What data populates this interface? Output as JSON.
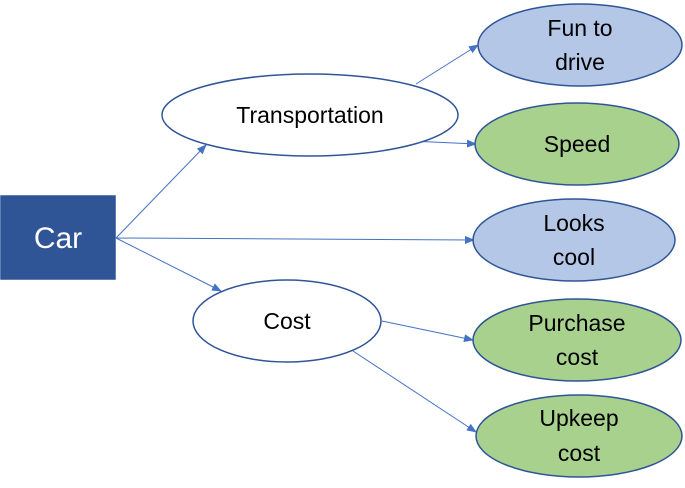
{
  "colors": {
    "root_fill": "#2f5597",
    "root_stroke": "#2f5597",
    "ellipse_stroke": "#2f5597",
    "white_fill": "#ffffff",
    "blue_fill": "#b4c7e7",
    "green_fill": "#a9d18e",
    "connector": "#4472c4"
  },
  "nodes": {
    "car": {
      "label": "Car"
    },
    "transportation": {
      "label": "Transportation"
    },
    "cost": {
      "label": "Cost"
    },
    "fun_to_drive": {
      "line1": "Fun to",
      "line2": "drive"
    },
    "speed": {
      "label": "Speed"
    },
    "looks_cool": {
      "line1": "Looks",
      "line2": "cool"
    },
    "purchase_cost": {
      "line1": "Purchase",
      "line2": "cost"
    },
    "upkeep_cost": {
      "line1": "Upkeep",
      "line2": "cost"
    }
  },
  "edges": [
    {
      "from": "car",
      "to": "transportation"
    },
    {
      "from": "car",
      "to": "looks_cool"
    },
    {
      "from": "car",
      "to": "cost"
    },
    {
      "from": "transportation",
      "to": "fun_to_drive"
    },
    {
      "from": "transportation",
      "to": "speed"
    },
    {
      "from": "cost",
      "to": "purchase_cost"
    },
    {
      "from": "cost",
      "to": "upkeep_cost"
    }
  ]
}
